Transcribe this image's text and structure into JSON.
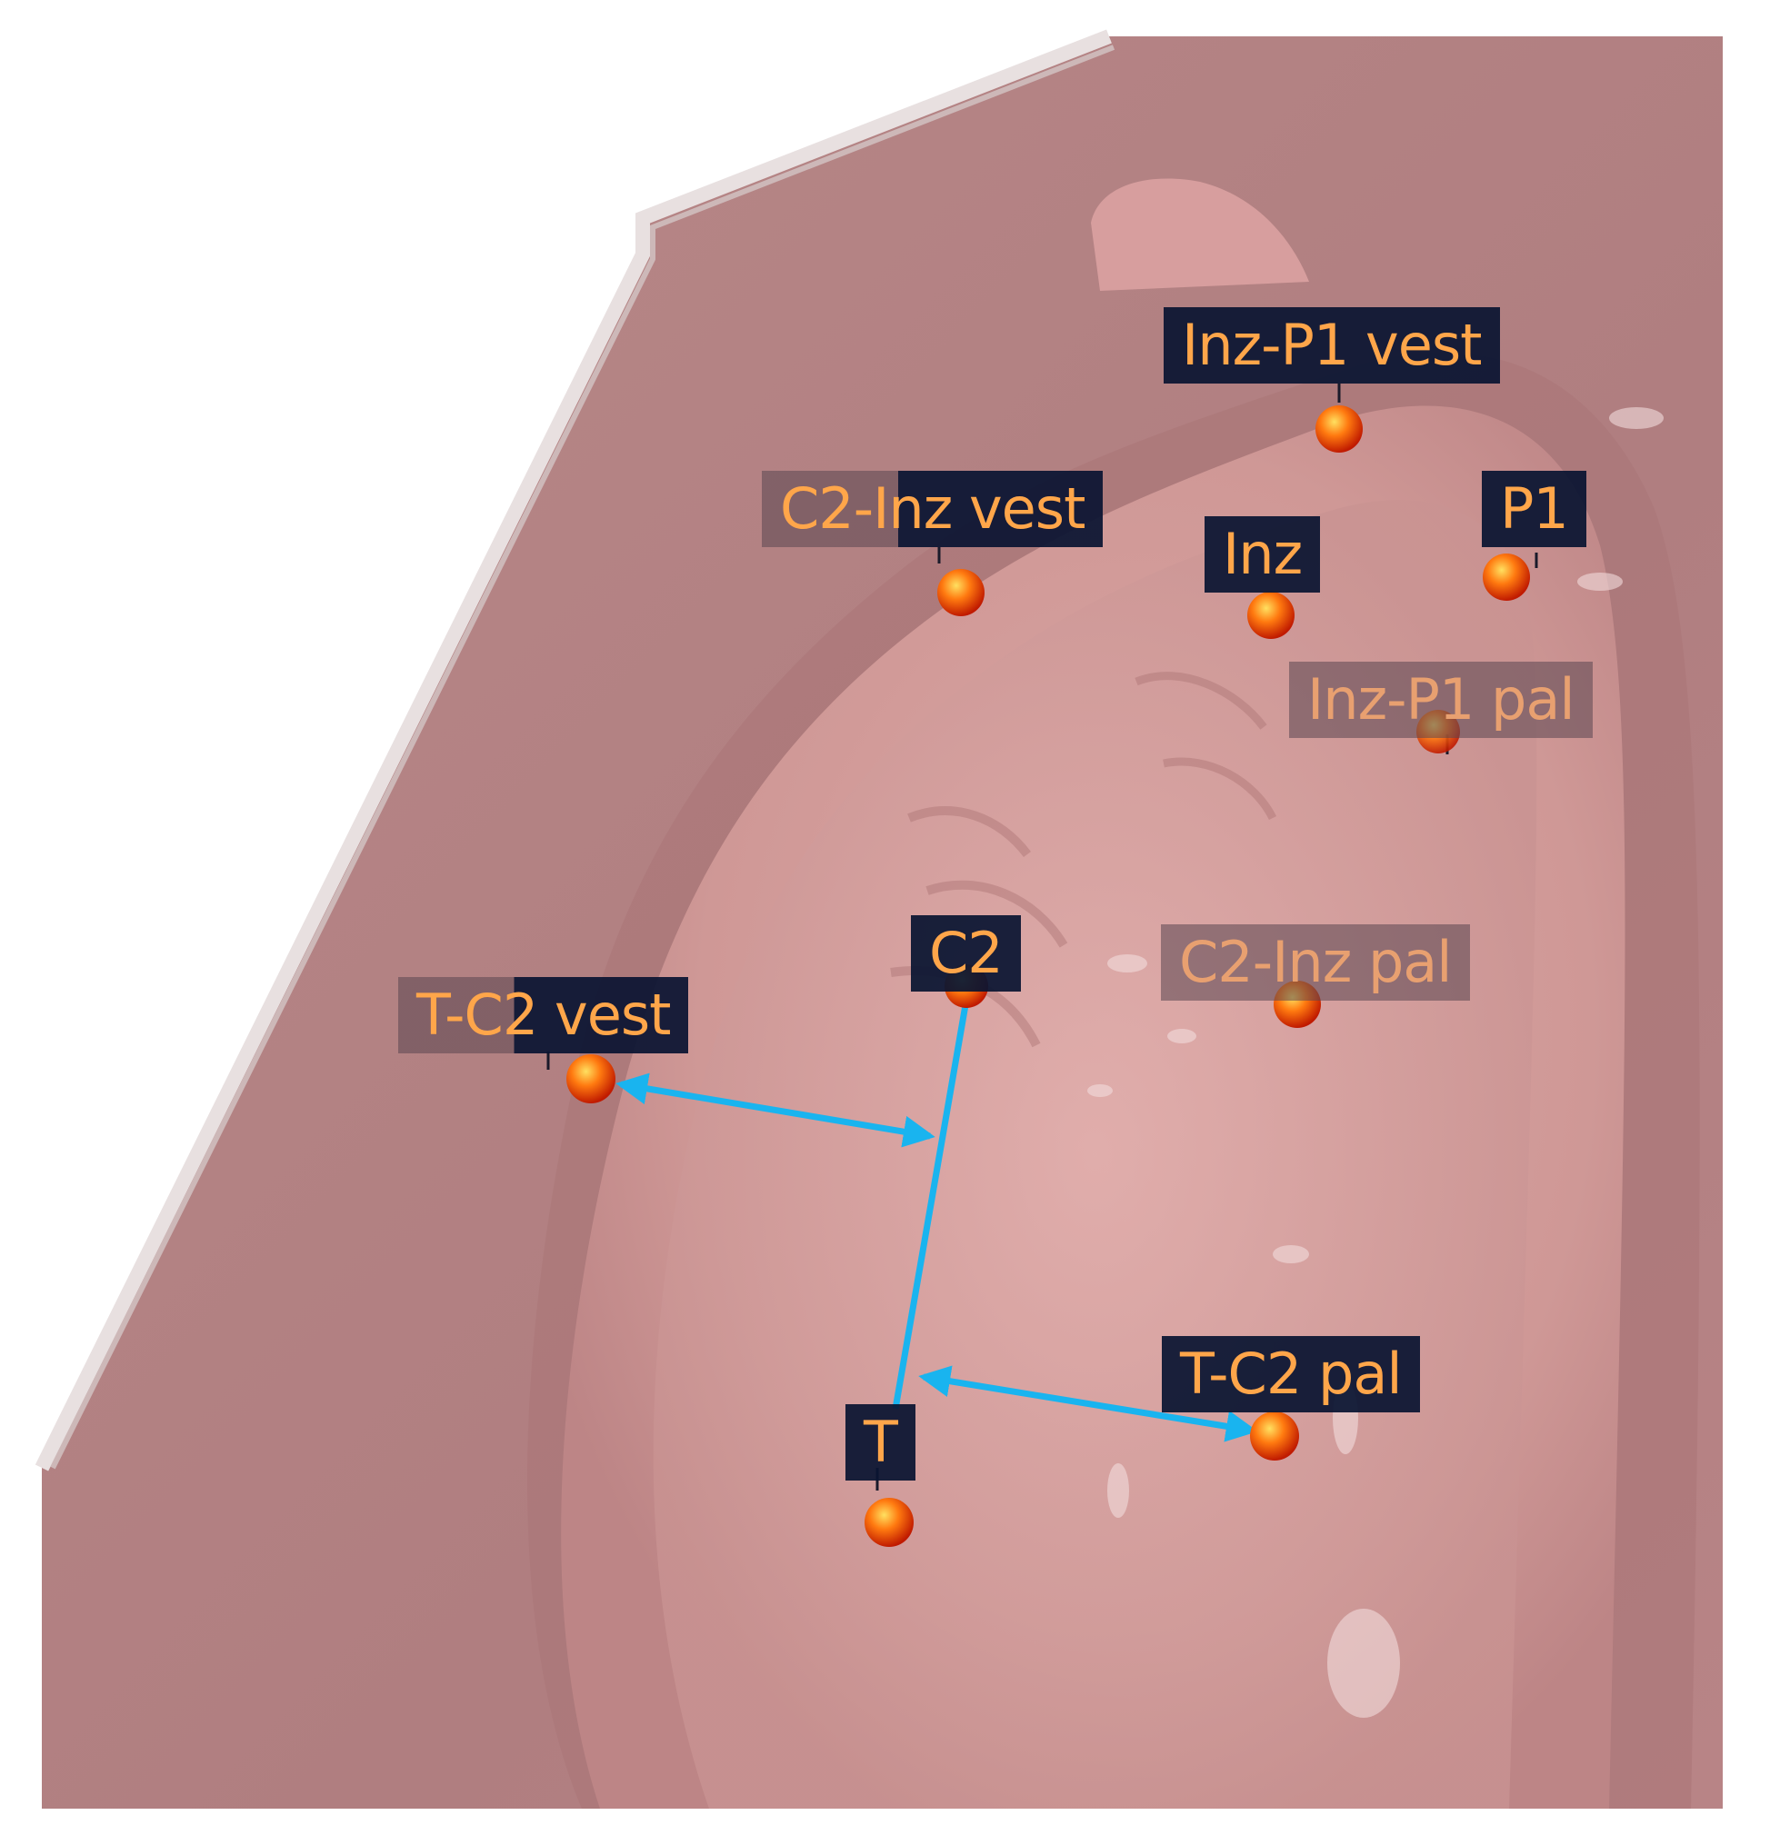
{
  "landmarks": [
    {
      "id": "inz-p1-vest",
      "label": "Inz-P1  vest"
    },
    {
      "id": "c2-inz-vest",
      "label": "C2-Inz vest"
    },
    {
      "id": "inz",
      "label": "Inz"
    },
    {
      "id": "p1",
      "label": "P1"
    },
    {
      "id": "inz-p1-pal",
      "label": "Inz-P1  pal"
    },
    {
      "id": "c2",
      "label": "C2"
    },
    {
      "id": "c2-inz-pal",
      "label": "C2-Inz pal"
    },
    {
      "id": "t-c2-vest",
      "label": "T-C2 vest"
    },
    {
      "id": "t-c2-pal",
      "label": "T-C2 pal"
    },
    {
      "id": "t",
      "label": "T"
    }
  ],
  "colors": {
    "label_bg": "#0a1432",
    "label_text": "#ffa64a",
    "marker": "#ff5a10",
    "measure_line": "#19b4ef",
    "tissue": "#c48e8e"
  }
}
